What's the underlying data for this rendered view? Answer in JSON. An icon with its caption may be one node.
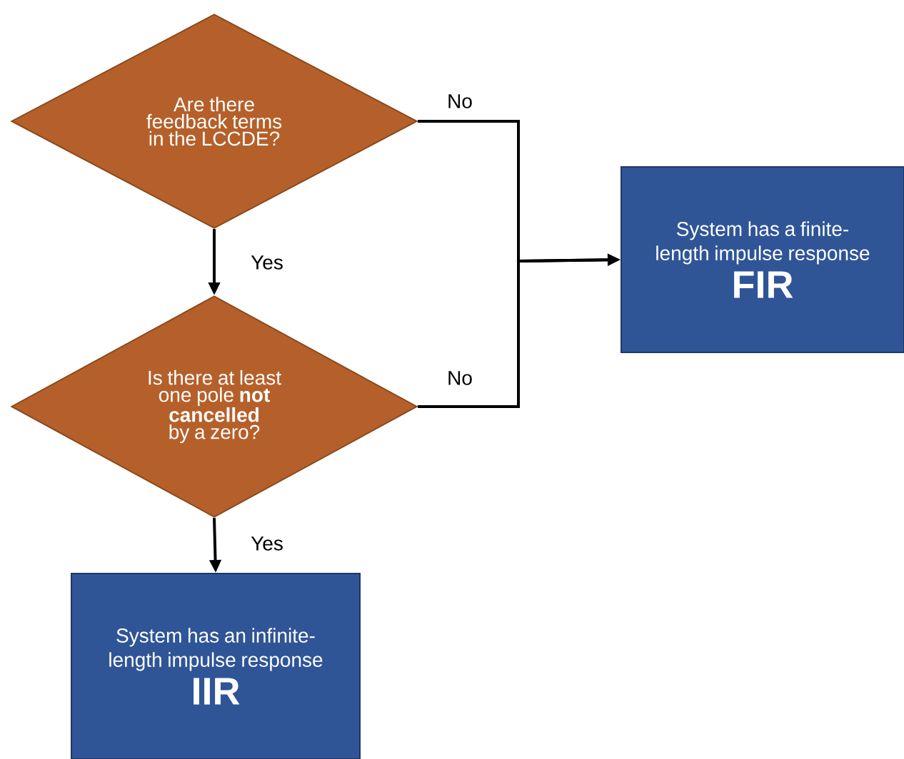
{
  "diagram": {
    "nodes": [
      {
        "text": [
          "Are there feedback terms in the LCCDE?"
        ]
      },
      {
        "text": [
          "System has a finite-length impulse response",
          "FIR"
        ]
      },
      {
        "text": [
          "Is there at least one pole **not cancelled** by a zero?"
        ]
      },
      {
        "text": [
          "System has an infinite-length impulse response",
          "IIR"
        ]
      }
    ],
    "edges": [
      {
        "from": 0,
        "to": 1,
        "arrow": "to",
        "label": "No"
      },
      {
        "from": 0,
        "to": 2,
        "arrow": "to",
        "label": "Yes"
      },
      {
        "from": 2,
        "to": 1,
        "arrow": "to",
        "label": "No"
      },
      {
        "from": 2,
        "to": 3,
        "arrow": "to",
        "label": "Yes"
      }
    ]
  }
}
